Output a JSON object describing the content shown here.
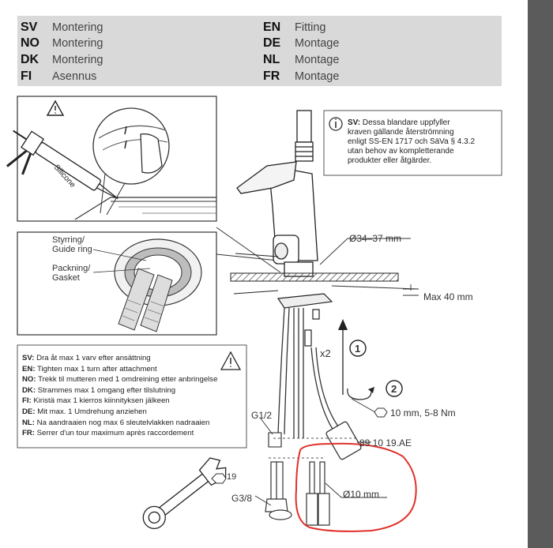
{
  "header": {
    "languages_left": [
      {
        "code": "SV",
        "text": "Montering"
      },
      {
        "code": "NO",
        "text": "Montering"
      },
      {
        "code": "DK",
        "text": "Montering"
      },
      {
        "code": "FI",
        "text": "Asennus"
      }
    ],
    "languages_right": [
      {
        "code": "EN",
        "text": "Fitting"
      },
      {
        "code": "DE",
        "text": "Montage"
      },
      {
        "code": "NL",
        "text": "Montage"
      },
      {
        "code": "FR",
        "text": "Montage"
      }
    ]
  },
  "panel_silicone": {
    "tube_label": "Silicone"
  },
  "panel_gasket": {
    "guide_label_1": "Styrring/",
    "guide_label_2": "Guide ring",
    "gasket_label_1": "Packning/",
    "gasket_label_2": "Gasket"
  },
  "info_box": {
    "prefix": "SV:",
    "lines": [
      "Dessa blandare uppfyller",
      "kraven gällande återströmning",
      "enligt SS-EN 1717 och SäVa § 4.3.2",
      "utan behov av kompletterande",
      "produkter eller åtgärder."
    ]
  },
  "tighten_box": {
    "lines": [
      {
        "code": "SV:",
        "text": "Dra åt max 1 varv efter ansättning"
      },
      {
        "code": "EN:",
        "text": "Tighten max 1 turn after attachment"
      },
      {
        "code": "NO:",
        "text": "Trekk til mutteren med 1 omdreining etter anbringelse"
      },
      {
        "code": "DK:",
        "text": "Strammes max 1 omgang efter tilslutning"
      },
      {
        "code": "FI:",
        "text": "Kiristä max 1 kierros kiinnityksen jälkeen"
      },
      {
        "code": "DE:",
        "text": "Mit max. 1 Umdrehung anziehen"
      },
      {
        "code": "NL:",
        "text": "Na aandraaien nog  max 6 sleutelvlakken nadraaien"
      },
      {
        "code": "FR:",
        "text": "Serrer d'un tour maximum après raccordement"
      }
    ]
  },
  "labels": {
    "diameter": "Ø34–37 mm",
    "max_thickness": "Max 40 mm",
    "times_two": "x2",
    "step1": "1",
    "step2": "2",
    "torque": "10 mm, 5-8 Nm",
    "thread_g12": "G1/2",
    "thread_g38": "G3/8",
    "part_no": "89 10 19.AE",
    "pipe_dia": "Ø10 mm",
    "wrench_size": "19"
  },
  "colors": {
    "header_bg": "#d9d9d9",
    "sidebar": "#5b5b5b",
    "highlight": "#e0302a"
  }
}
